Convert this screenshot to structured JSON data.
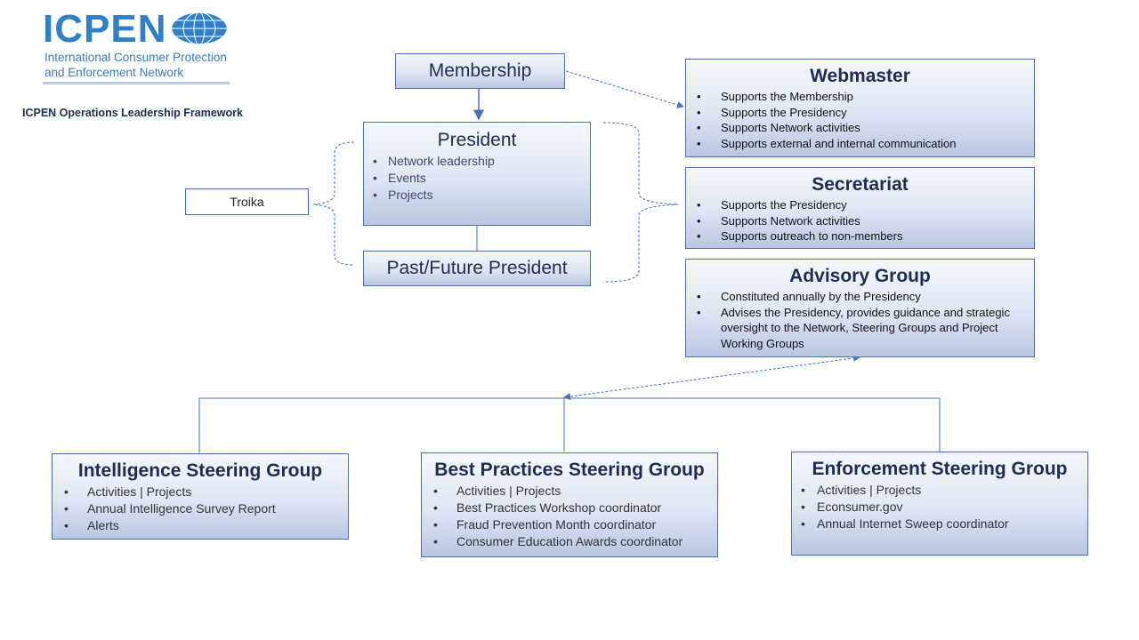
{
  "logo": {
    "word": "ICPEN",
    "subtitle_line1": "International Consumer Protection",
    "subtitle_line2": "and Enforcement Network",
    "icon": "globe-icon"
  },
  "framework_title": "ICPEN Operations Leadership Framework",
  "membership": {
    "title": "Membership"
  },
  "president": {
    "title": "President",
    "items": [
      "Network  leadership",
      "Events",
      "Projects"
    ]
  },
  "past_future_president": {
    "title": "Past/Future President"
  },
  "troika": {
    "label": "Troika"
  },
  "webmaster": {
    "title": "Webmaster",
    "items": [
      "Supports the Membership",
      "Supports the Presidency",
      "Supports Network activities",
      "Supports external and internal communication"
    ]
  },
  "secretariat": {
    "title": "Secretariat",
    "items": [
      "Supports the Presidency",
      "Supports Network activities",
      "Supports outreach to non-members"
    ]
  },
  "advisory_group": {
    "title": "Advisory Group",
    "items": [
      "Constituted annually by the Presidency",
      "Advises the Presidency, provides guidance and strategic oversight to the Network, Steering Groups and Project Working Groups"
    ]
  },
  "intelligence": {
    "title": "Intelligence Steering Group",
    "items": [
      "Activities | Projects",
      "Annual Intelligence Survey Report",
      "Alerts"
    ]
  },
  "best_practices": {
    "title": "Best Practices Steering Group",
    "items": [
      "Activities | Projects",
      "Best Practices Workshop  coordinator",
      "Fraud Prevention Month coordinator",
      "Consumer Education Awards coordinator"
    ]
  },
  "enforcement": {
    "title": "Enforcement Steering Group",
    "items": [
      "Activities | Projects",
      "Econsumer.gov",
      "Annual Internet Sweep coordinator"
    ]
  },
  "colors": {
    "border": "#4a72b8",
    "text": "#1f2d52",
    "logo_blue": "#2f7fc9"
  }
}
